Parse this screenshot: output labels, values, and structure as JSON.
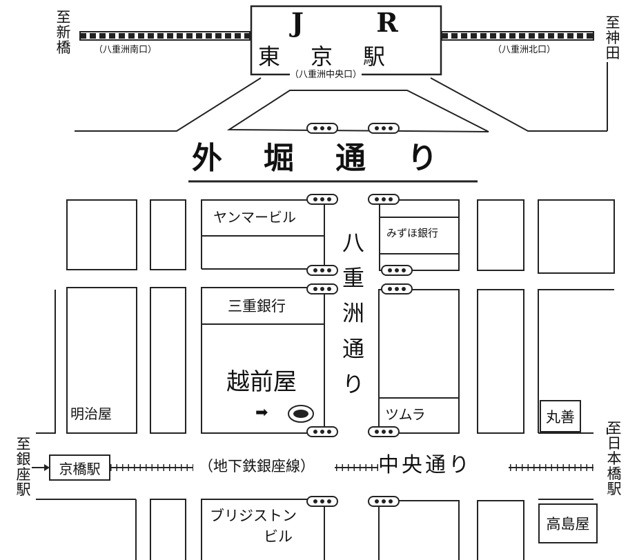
{
  "station": {
    "line_label": "J R",
    "name": "東　京　駅",
    "exit_south": "（八重洲南口）",
    "exit_north": "（八重洲北口）",
    "exit_center": "（八重洲中央口）"
  },
  "directions": {
    "to_shinbashi": "至新橋",
    "to_kanda": "至神田",
    "to_ginza_station": "至銀座駅",
    "to_nihonbashi_station": "至日本橋駅"
  },
  "streets": {
    "sotobori": "外　堀　通　り",
    "yaesu": "八重洲通り",
    "chuo": "中央通り",
    "subway": "（地下鉄銀座線）"
  },
  "buildings": {
    "yanmar": "ヤンマービル",
    "mizuho": "みずほ銀行",
    "mie_bank": "三重銀行",
    "meijiya": "明治屋",
    "tsumura": "ツムラ",
    "maruzen": "丸善",
    "kyobashi_station": "京橋駅",
    "bridgestone_line1": "ブリジストン",
    "bridgestone_line2": "ビル",
    "takashimaya": "高島屋"
  },
  "destination": {
    "name": "越前屋",
    "arrow": "➡"
  },
  "colors": {
    "ink": "#111111",
    "background": "#ffffff"
  }
}
